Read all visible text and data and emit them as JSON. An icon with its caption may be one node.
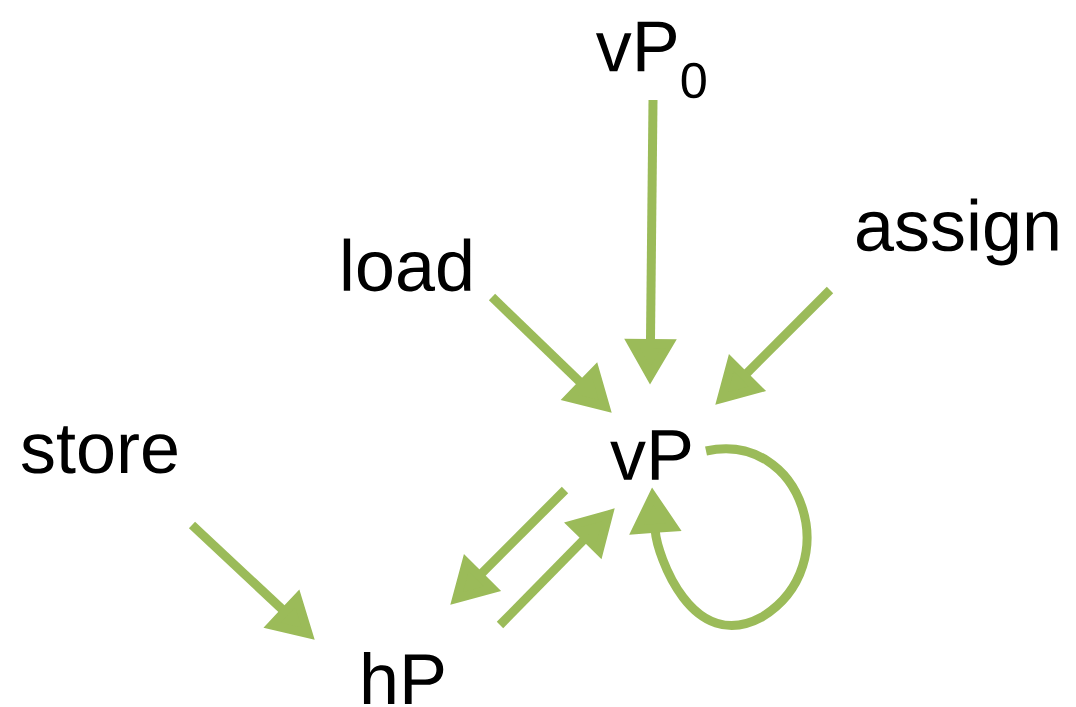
{
  "diagram": {
    "nodes": [
      {
        "text": [
          "vP$_{0}$"
        ]
      },
      {
        "text": [
          "load"
        ]
      },
      {
        "text": [
          "assign"
        ]
      },
      {
        "text": [
          "store"
        ]
      },
      {
        "text": [
          "vP"
        ]
      },
      {
        "text": [
          "hP"
        ]
      }
    ],
    "edges": [
      {
        "from": 0,
        "to": 4,
        "arrow": "to"
      },
      {
        "from": 1,
        "to": 4,
        "arrow": "to"
      },
      {
        "from": 2,
        "to": 4,
        "arrow": "to"
      },
      {
        "from": 3,
        "to": 5,
        "arrow": "to"
      },
      {
        "from": 4,
        "to": 5,
        "arrow": "to"
      },
      {
        "from": 5,
        "to": 4,
        "arrow": "to"
      },
      {
        "from": 4,
        "to": 4,
        "arrow": "to"
      }
    ]
  }
}
